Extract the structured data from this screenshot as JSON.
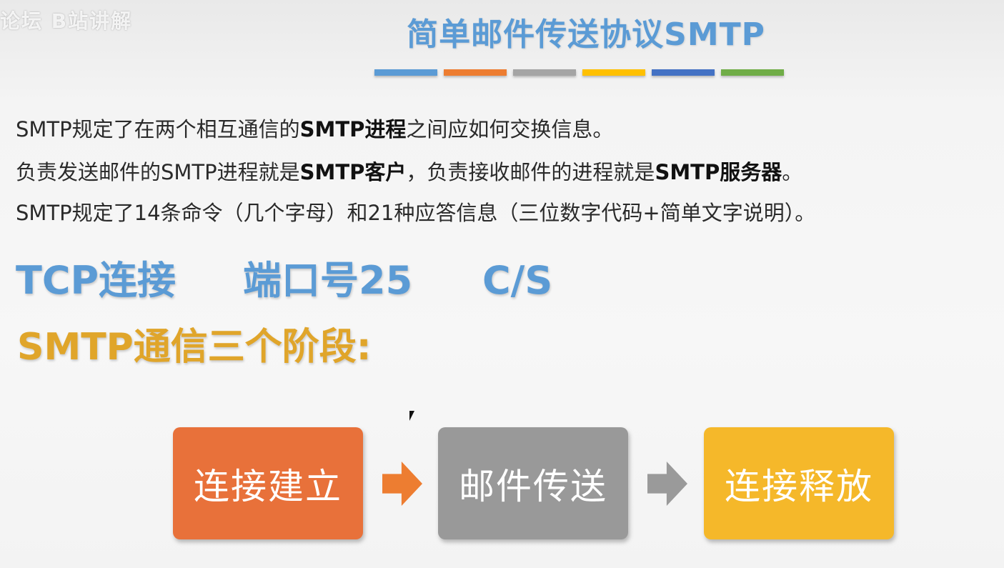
{
  "watermark": "论坛  B站讲解",
  "slide": {
    "title": "简单邮件传送协议SMTP",
    "title_color": "#5b9bd5",
    "accent_bars": [
      "#5b9bd5",
      "#ed7d31",
      "#a5a5a5",
      "#ffc000",
      "#4472c4",
      "#70ad47"
    ],
    "lines": [
      {
        "p1": "SMTP规定了在两个相互通信的",
        "b1": "SMTP进程",
        "p2": "之间应如何交换信息。"
      },
      {
        "p1": "负责发送邮件的SMTP进程就是",
        "b1": "SMTP客户",
        "p2": "，负责接收邮件的进程就是",
        "b2": "SMTP服务器",
        "p3": "。"
      },
      {
        "p1": "SMTP规定了14条命令（几个字母）和21种应答信息（三位数字代码+简单文字说明）。"
      }
    ],
    "facts": [
      "TCP连接",
      "端口号25",
      "C/S"
    ],
    "stages_heading": "SMTP通信三个阶段:",
    "stages": [
      {
        "label": "连接建立",
        "color": "#e8713a"
      },
      {
        "label": "邮件传送",
        "color": "#999999"
      },
      {
        "label": "连接释放",
        "color": "#f5b82a"
      }
    ],
    "arrow_colors": [
      "#ed7d31",
      "#9a9a9a"
    ]
  }
}
